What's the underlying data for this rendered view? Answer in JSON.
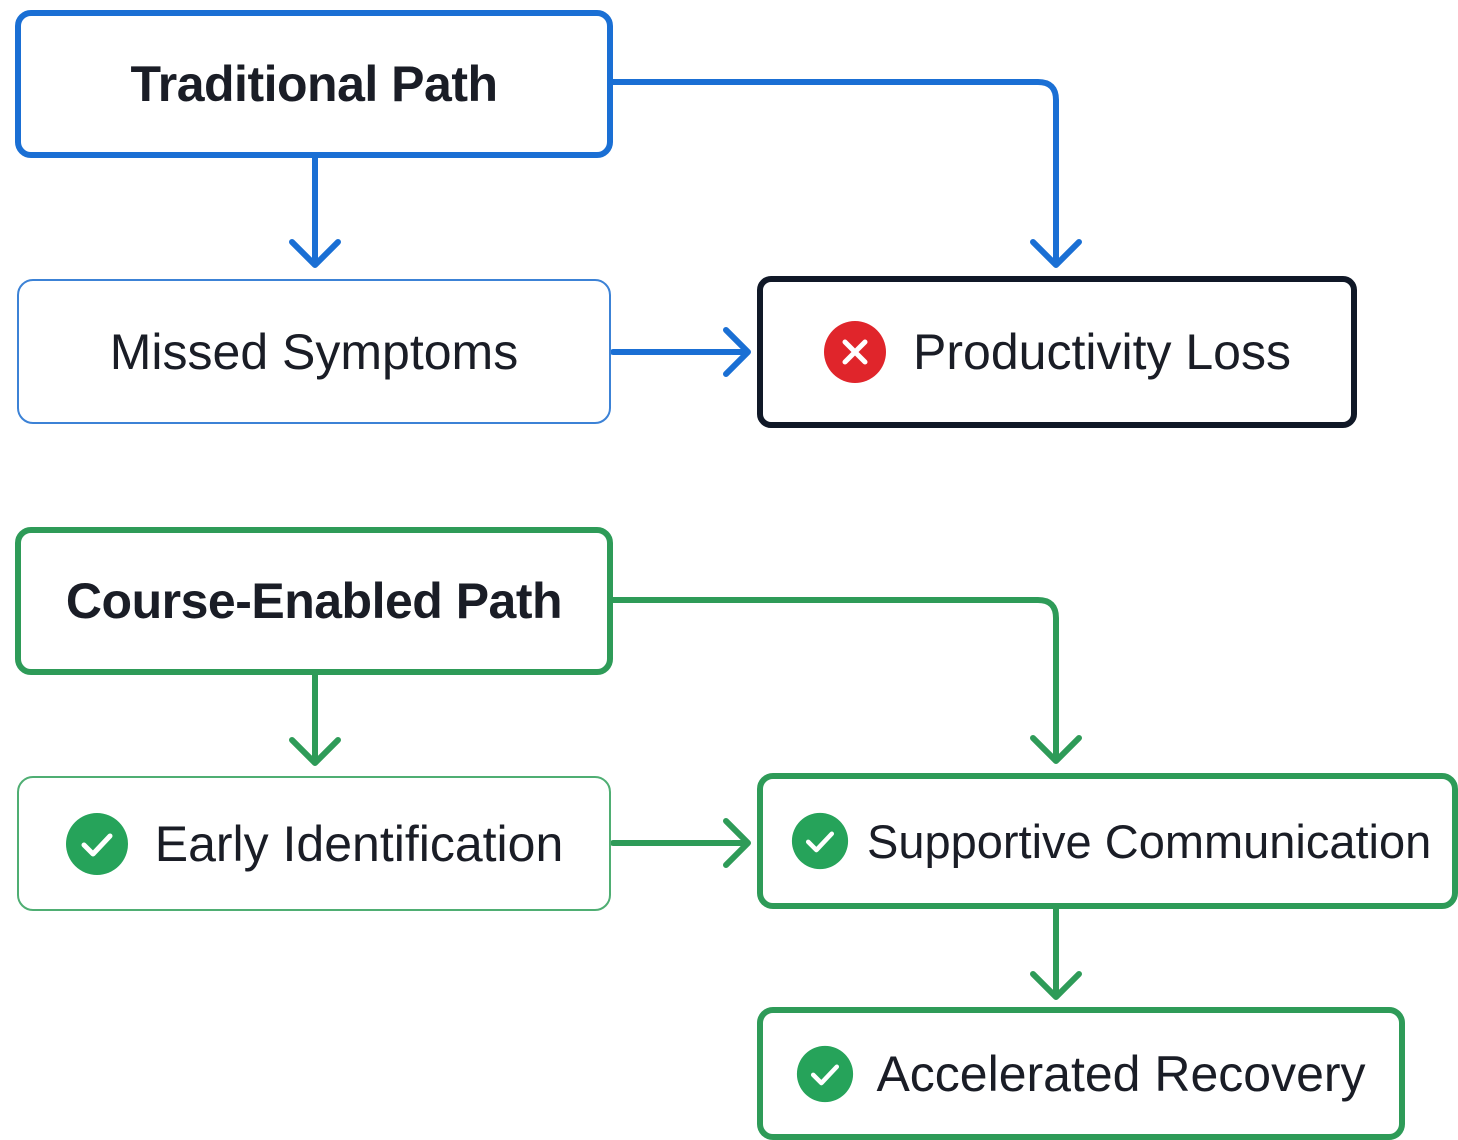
{
  "colors": {
    "traditional_accent": "#1a6fd4",
    "outcome_border": "#101827",
    "course_accent": "#2e9b58",
    "cross_icon": "#e0252b",
    "check_icon": "#26a35a"
  },
  "traditional": {
    "heading": "Traditional Path",
    "step": "Missed Symptoms",
    "outcome": {
      "label": "Productivity Loss",
      "icon": "cross-circle-icon"
    }
  },
  "course": {
    "heading": "Course-Enabled Path",
    "steps": [
      {
        "label": "Early Identification",
        "icon": "check-circle-icon"
      },
      {
        "label": "Supportive Communication",
        "icon": "check-circle-icon"
      },
      {
        "label": "Accelerated Recovery",
        "icon": "check-circle-icon"
      }
    ]
  }
}
